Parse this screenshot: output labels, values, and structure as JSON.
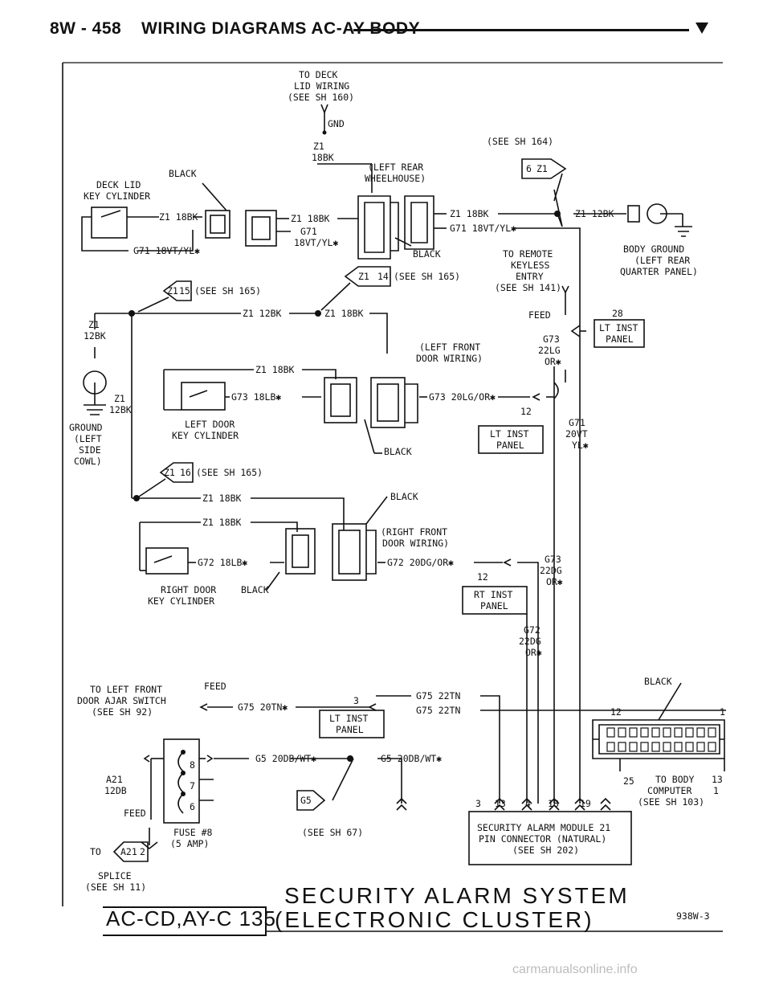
{
  "header": {
    "page": "8W - 458",
    "title": "WIRING DIAGRAMS AC-AY BODY"
  },
  "labels": {
    "deck_lid_wiring": [
      "TO DECK",
      "LID WIRING",
      "(SEE SH 160)"
    ],
    "gnd": "GND",
    "z1_18bk_top": [
      "Z1",
      "18BK"
    ],
    "left_rear_wheelhouse": [
      "(LEFT REAR",
      "WHEELHOUSE)"
    ],
    "see_sh_164": "(SEE SH 164)",
    "deck_lid_key": [
      "DECK LID",
      "KEY CYLINDER"
    ],
    "black_deck": "BLACK",
    "z1_18bk_a": "Z1 18BK",
    "z1_18bk_b": "Z1 18BK",
    "g71_18vt_a": "G71 18VT/YL✱",
    "g71_b": [
      "G71",
      "18VT/YL✱"
    ],
    "z1_18bk_c": "Z1 18BK",
    "g71_18vt_c": "G71 18VT/YL✱",
    "z1_12bk_right": "Z1 12BK",
    "black_rear": "BLACK",
    "to_remote": [
      "TO REMOTE",
      "KEYLESS",
      "ENTRY",
      "(SEE SH 141)"
    ],
    "body_ground": [
      "BODY GROUND",
      "(LEFT REAR",
      "QUARTER PANEL)"
    ],
    "conn_6_z1": [
      "6",
      "Z1"
    ],
    "conn_z1_15": [
      "Z1",
      "15"
    ],
    "see_sh_165_a": "(SEE SH 165)",
    "conn_z1_14": [
      "Z1",
      "14"
    ],
    "see_sh_165_b": "(SEE SH 165)",
    "z1_12bk_mid": "Z1 12BK",
    "z1_18bk_mid": "Z1 18BK",
    "feed_top": "FEED",
    "num_28": "28",
    "lt_inst_panel_a": [
      "LT INST",
      "PANEL"
    ],
    "z1_12bk_left": [
      "Z1",
      "12BK"
    ],
    "left_front_door_wiring": [
      "(LEFT FRONT",
      "DOOR WIRING)"
    ],
    "g73_22lg": [
      "G73",
      "22LG",
      "OR✱"
    ],
    "z1_18bk_d": "Z1 18BK",
    "g73_18lb": "G73 18LB✱",
    "g73_20lg": "G73 20LG/OR✱",
    "num_12_a": "12",
    "z1_12bk_ground": [
      "Z1",
      "12BK"
    ],
    "ground_left_side": [
      "GROUND",
      "(LEFT",
      "SIDE",
      "COWL)"
    ],
    "left_door_key": [
      "LEFT DOOR",
      "KEY CYLINDER"
    ],
    "black_left": "BLACK",
    "lt_inst_panel_b": [
      "LT INST",
      "PANEL"
    ],
    "g71_20vt": [
      "G71",
      "20VT",
      "YL✱"
    ],
    "conn_z1_16": [
      "Z1",
      "16"
    ],
    "see_sh_165_c": "(SEE SH 165)",
    "z1_18bk_e": "Z1 18BK",
    "black_right_top": "BLACK",
    "z1_18bk_f": "Z1 18BK",
    "right_front_door_wiring": [
      "(RIGHT FRONT",
      "DOOR WIRING)"
    ],
    "g72_18lb": "G72 18LB✱",
    "g72_20dg": "G72 20DG/OR✱",
    "g73_22dg": [
      "G73",
      "22DG",
      "OR✱"
    ],
    "num_12_b": "12",
    "right_door_key": [
      "RIGHT DOOR",
      "KEY CYLINDER"
    ],
    "black_right": "BLACK",
    "rt_inst_panel": [
      "RT INST",
      "PANEL"
    ],
    "g72_22dg": [
      "G72",
      "22DG",
      "OR✱"
    ],
    "to_left_front_door": [
      "TO LEFT FRONT",
      "DOOR AJAR SWITCH",
      "(SEE SH 92)"
    ],
    "feed_g75": "FEED",
    "g75_20tn": "G75 20TN✱",
    "num_3": "3",
    "g75_22tn_a": "G75 22TN",
    "g75_22tn_b": "G75 22TN",
    "lt_inst_panel_c": [
      "LT INST",
      "PANEL"
    ],
    "black_computer": "BLACK",
    "num_12_c": "12",
    "num_1": "1",
    "g5_20db_a": "G5 20DB/WT✱",
    "g5_20db_b": "G5 20DB/WT✱",
    "fuse_pins": [
      "8",
      "7",
      "6"
    ],
    "a21_12db": [
      "A21",
      "12DB"
    ],
    "feed_fuse": "FEED",
    "conn_g5": "G5",
    "num_25": "25",
    "to_body_computer": [
      "TO BODY",
      "COMPUTER",
      "(SEE SH 103)"
    ],
    "num_13": "13",
    "num_1b": "1",
    "pin_numbers": [
      "3",
      "13",
      "4",
      "18",
      "19"
    ],
    "fuse_8": [
      "FUSE #8",
      "(5 AMP)"
    ],
    "see_sh_67": "(SEE SH 67)",
    "security_module": [
      "SECURITY ALARM MODULE 21",
      "PIN CONNECTOR (NATURAL)",
      "(SEE SH 202)"
    ],
    "to_a21": "TO",
    "conn_a21_2": [
      "A21",
      "2"
    ],
    "splice": [
      "SPLICE",
      "(SEE SH 11)"
    ]
  },
  "title_block": {
    "line1": "SECURITY ALARM SYSTEM",
    "line2": "(ELECTRONIC CLUSTER)",
    "code": "AC-CD,AY-C 135",
    "drawing_no": "938W-3"
  },
  "watermark": "carmanualsonline.info"
}
